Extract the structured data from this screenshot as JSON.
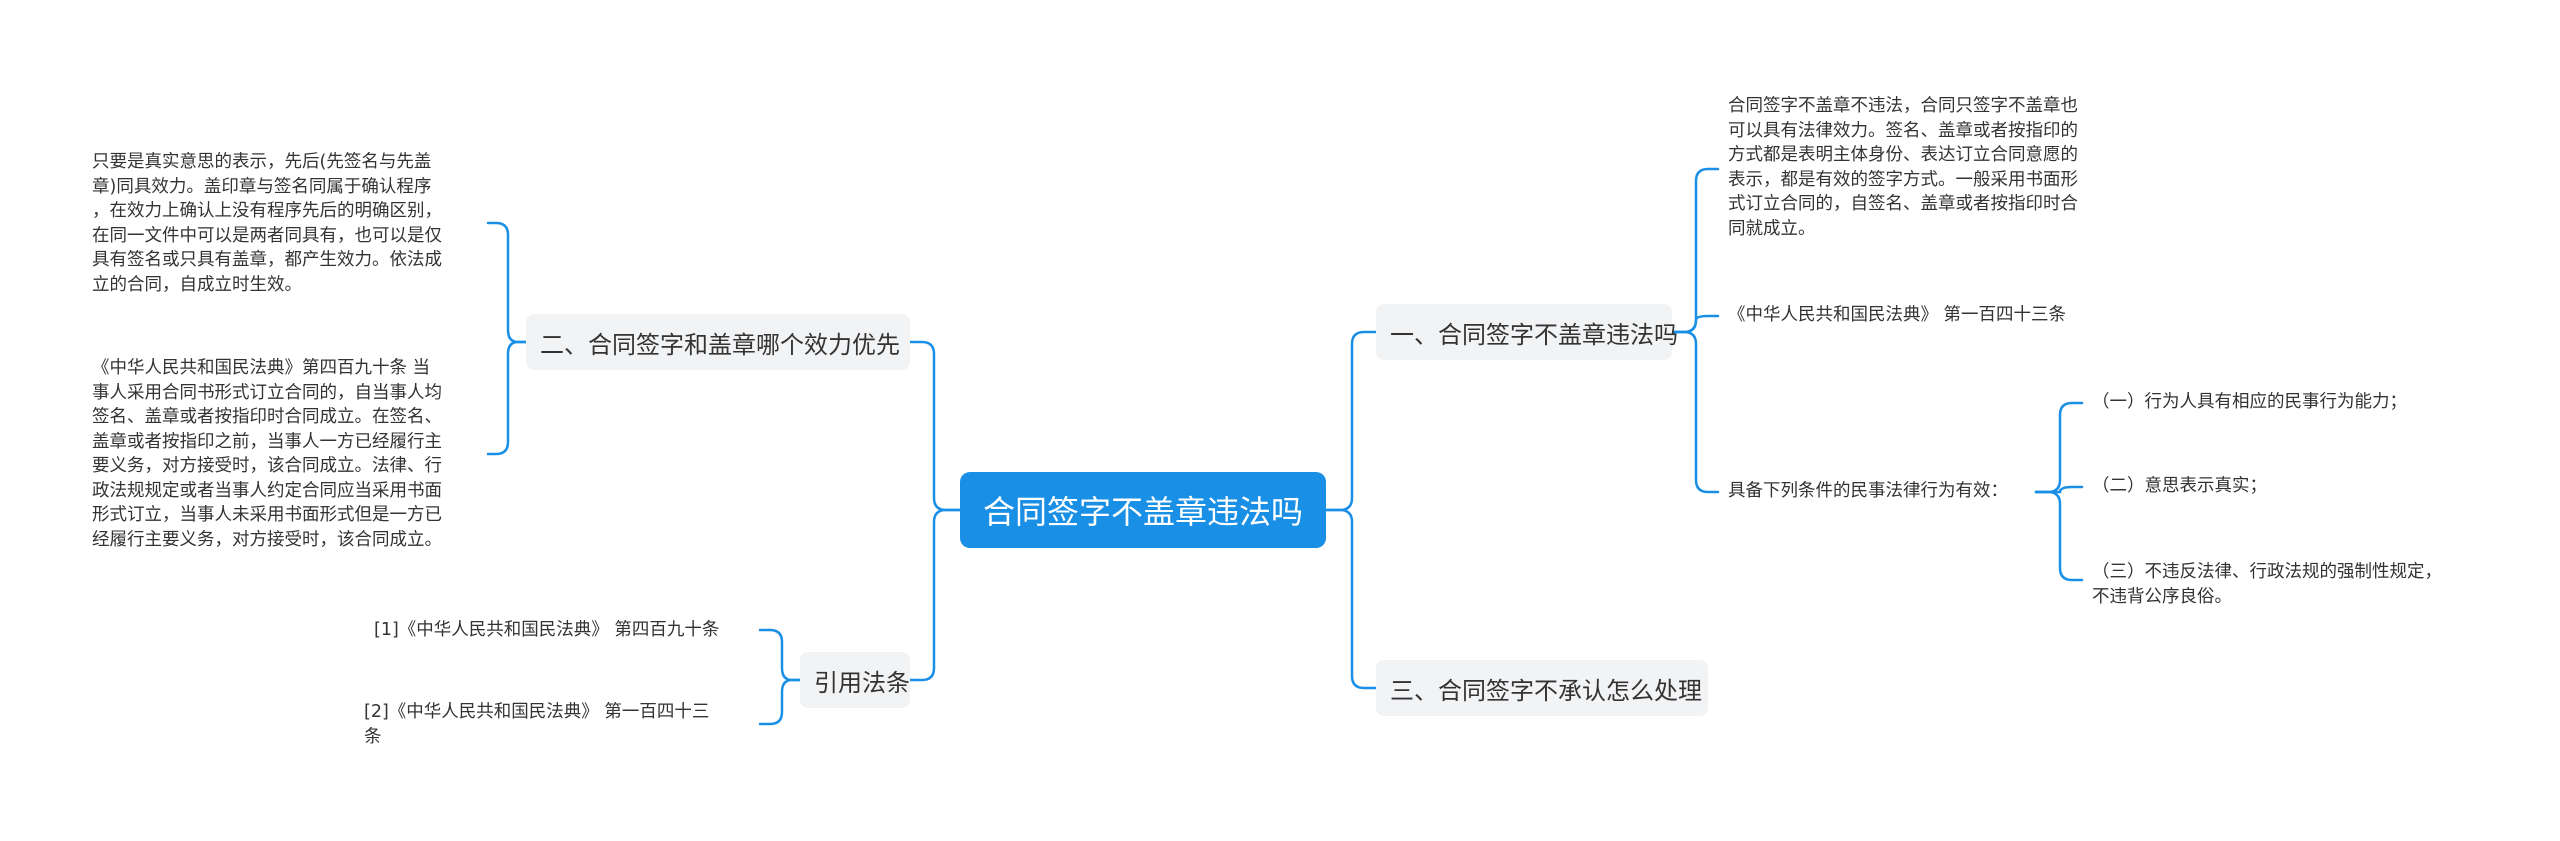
{
  "root": {
    "label": "合同签字不盖章违法吗"
  },
  "right": {
    "b1": {
      "label": "一、合同签字不盖章违法吗",
      "c1": [
        "合同签字不盖章不违法，合同只签字不盖章也",
        "可以具有法律效力。签名、盖章或者按指印的",
        "方式都是表明主体身份、表达订立合同意愿的",
        "表示，都是有效的签字方式。一般采用书面形",
        "式订立合同的，自签名、盖章或者按指印时合",
        "同就成立。"
      ],
      "c2": "《中华人民共和国民法典》 第一百四十三条",
      "c3": {
        "label": "具备下列条件的民事法律行为有效：",
        "items": [
          "（一）行为人具有相应的民事行为能力；",
          "（二）意思表示真实；",
          "（三）不违反法律、行政法规的强制性规定，",
          "不违背公序良俗。"
        ]
      }
    },
    "b3": {
      "label": "三、合同签字不承认怎么处理"
    }
  },
  "left": {
    "b2": {
      "label": "二、合同签字和盖章哪个效力优先",
      "c1": [
        "只要是真实意思的表示，先后(先签名与先盖",
        "章)同具效力。盖印章与签名同属于确认程序",
        "，在效力上确认上没有程序先后的明确区别，",
        "在同一文件中可以是两者同具有，也可以是仅",
        "具有签名或只具有盖章，都产生效力。依法成",
        "立的合同，自成立时生效。"
      ],
      "c2": [
        "《中华人民共和国民法典》第四百九十条 当",
        "事人采用合同书形式订立合同的，自当事人均",
        "签名、盖章或者按指印时合同成立。在签名、",
        "盖章或者按指印之前，当事人一方已经履行主",
        "要义务，对方接受时，该合同成立。法律、行",
        "政法规规定或者当事人约定合同应当采用书面",
        "形式订立，当事人未采用书面形式但是一方已",
        "经履行主要义务，对方接受时，该合同成立。"
      ]
    },
    "b4": {
      "label": "引用法条",
      "c1": "[1]《中华人民共和国民法典》 第四百九十条",
      "c2": [
        "[2]《中华人民共和国民法典》 第一百四十三",
        "条"
      ]
    }
  },
  "colors": {
    "root_bg": "#1a8fe6",
    "line": "#1a8fe6",
    "branch_bg": "#f2f3f5"
  }
}
